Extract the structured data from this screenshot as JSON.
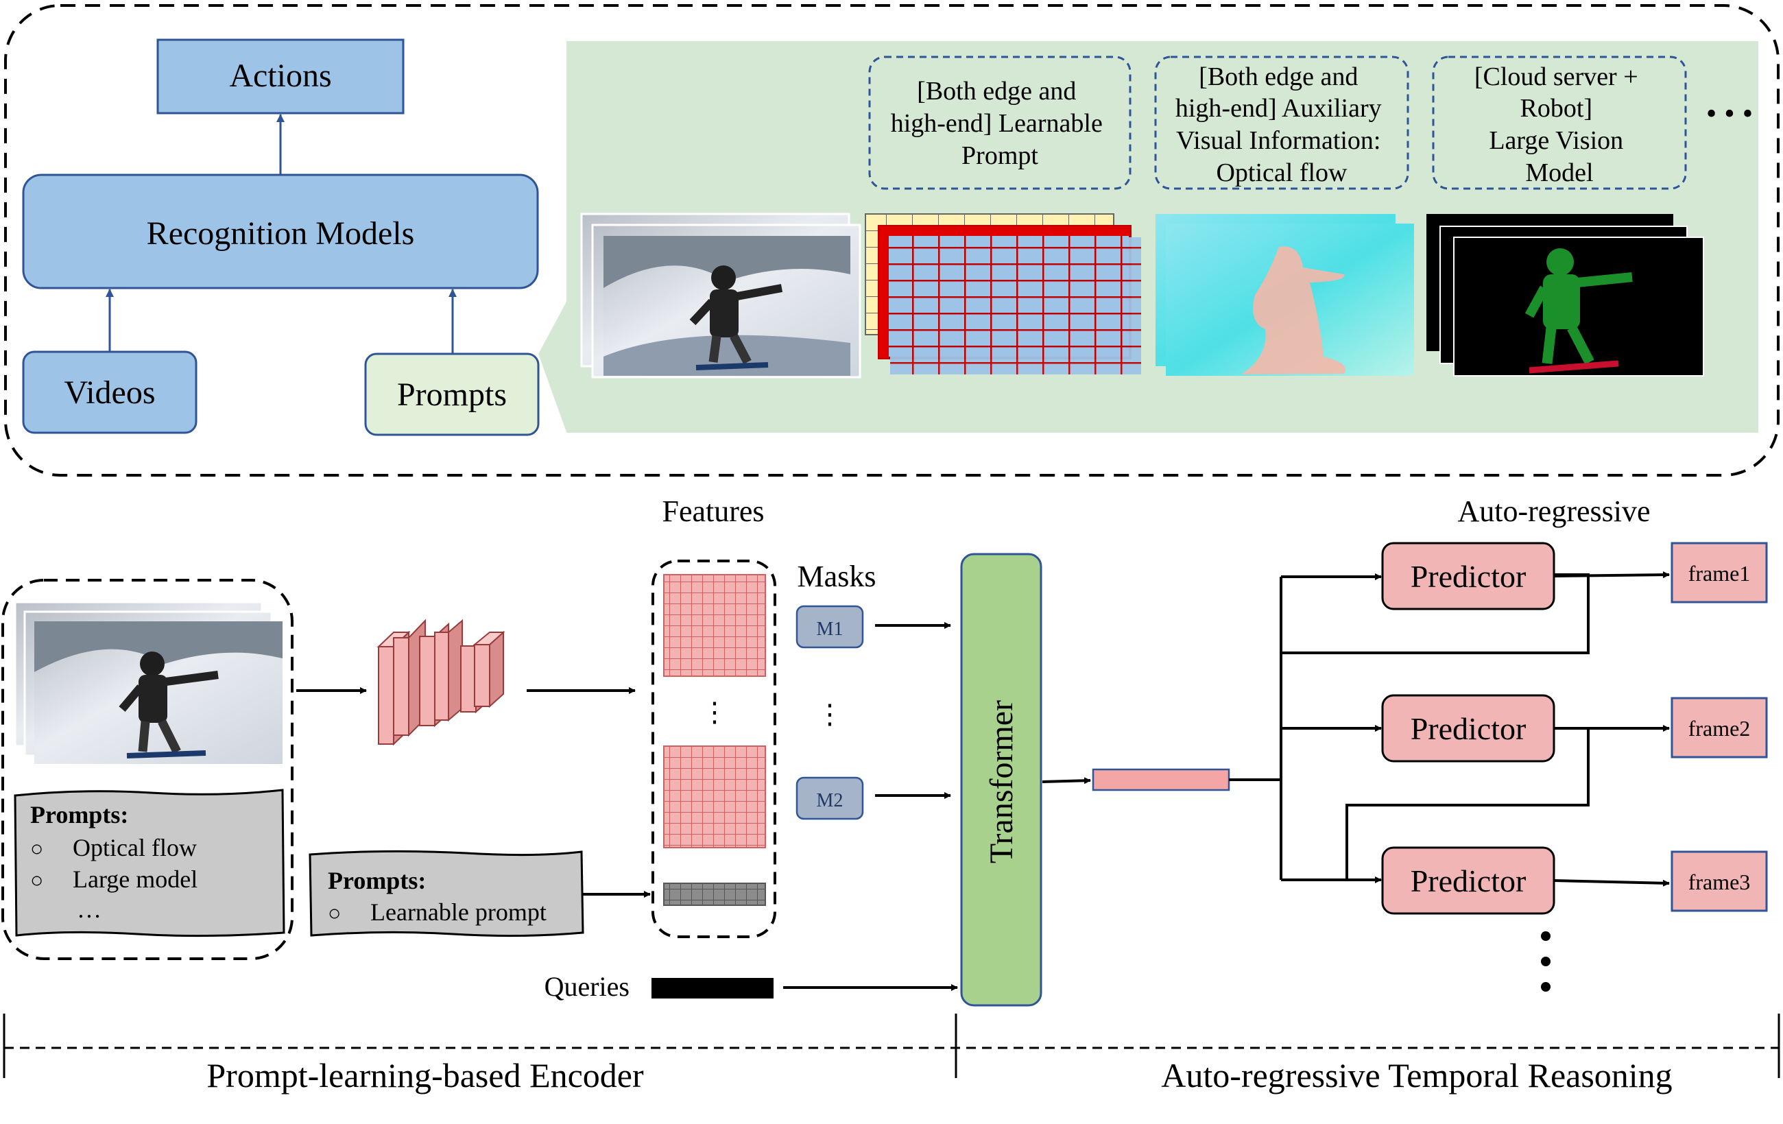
{
  "top_panel": {
    "actions": "Actions",
    "recognition_models": "Recognition Models",
    "videos": "Videos",
    "prompts": "Prompts",
    "callout_boxes": [
      [
        "[Both edge and",
        "high-end] Learnable",
        "Prompt"
      ],
      [
        "[Both edge and",
        "high-end] Auxiliary",
        "Visual Information:",
        "Optical flow"
      ],
      [
        "[Cloud server +",
        "Robot]",
        "Large Vision",
        "Model"
      ]
    ],
    "ellipsis": "• • •"
  },
  "encoder": {
    "features_title": "Features",
    "masks_title": "Masks",
    "mask_labels": [
      "M1",
      "M2"
    ],
    "video_prompts_title": "Prompts:",
    "video_prompt_items": [
      "Optical flow",
      "Large model",
      "…"
    ],
    "learnable_prompts_title": "Prompts:",
    "learnable_prompt_items": [
      "Learnable prompt"
    ],
    "bullet": "○",
    "queries": "Queries",
    "transformer": "Transformer"
  },
  "reasoning": {
    "title": "Auto-regressive",
    "predictors": [
      "Predictor",
      "Predictor",
      "Predictor"
    ],
    "frames": [
      "frame1",
      "frame2",
      "frame3"
    ]
  },
  "footer": {
    "left": "Prompt-learning-based Encoder",
    "right": "Auto-regressive Temporal Reasoning"
  },
  "colors": {
    "blue_box": "#9dc3e6",
    "blue_border": "#2f5597",
    "green_box": "#e2f0d9",
    "green_panel": "#d5e8d4",
    "pink": "#f2b5b5",
    "pink_border": "#c00000",
    "transformer_green": "#a9d18e",
    "mask_box": "#a6b4c9",
    "prompt_gray": "#c9c9c9"
  }
}
